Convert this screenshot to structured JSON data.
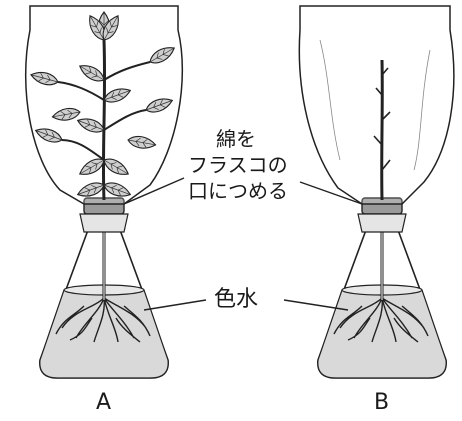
{
  "labels": {
    "cotton_line1": "綿を",
    "cotton_line2": "フラスコの",
    "cotton_line3": "口につめる",
    "colored_water": "色水"
  },
  "captions": {
    "left": "A",
    "right": "B"
  }
}
